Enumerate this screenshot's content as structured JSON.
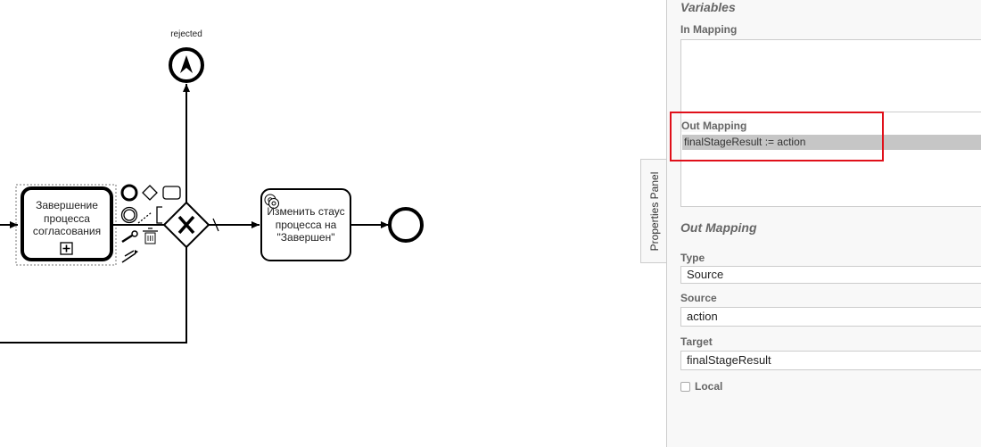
{
  "diagram": {
    "rejected_label": "rejected",
    "subprocess_label": "Завершение процесса согласования",
    "task_label": "Изменить стаус процесса на \"Завершен\""
  },
  "properties_tab": {
    "label": "Properties Panel"
  },
  "panel": {
    "variables_title": "Variables",
    "in_mapping_label": "In Mapping",
    "out_mapping_label": "Out Mapping",
    "out_mapping_items": [
      "finalStageResult := action"
    ],
    "out_mapping_detail_title": "Out Mapping",
    "type_label": "Type",
    "type_value": "Source",
    "source_label": "Source",
    "source_value": "action",
    "target_label": "Target",
    "target_value": "finalStageResult",
    "local_label": "Local"
  },
  "colors": {
    "highlight": "#e0101a",
    "selection": "#c6c6c6"
  }
}
